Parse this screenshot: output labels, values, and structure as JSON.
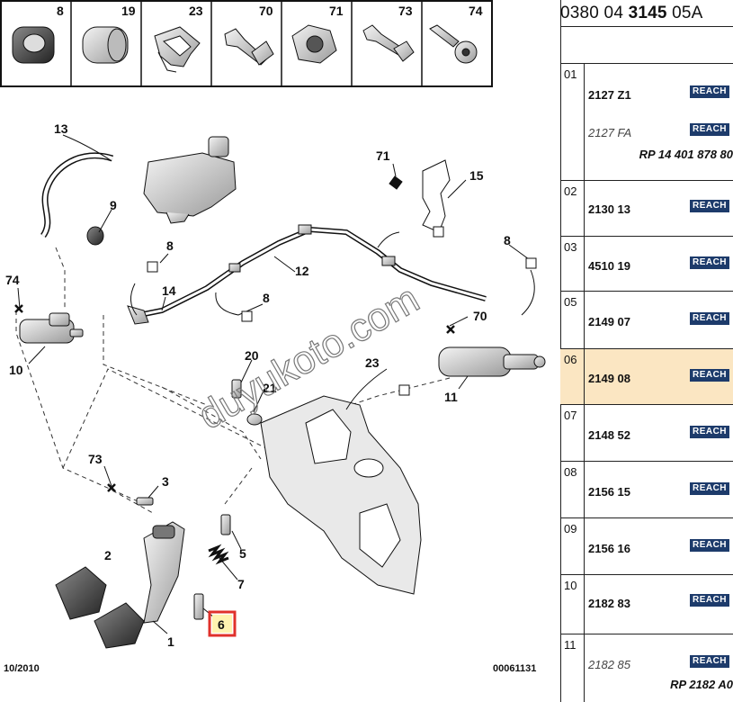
{
  "legend_parts": [
    "8",
    "19",
    "23",
    "70",
    "71",
    "73",
    "74"
  ],
  "callouts": {
    "c13": "13",
    "c9": "9",
    "c8a": "8",
    "c14": "14",
    "c12": "12",
    "c8b": "8",
    "c74": "74",
    "c10": "10",
    "c71": "71",
    "c15": "15",
    "c8c": "8",
    "c70": "70",
    "c11": "11",
    "c20": "20",
    "c21": "21",
    "c23": "23",
    "c73": "73",
    "c3": "3",
    "c2": "2",
    "c5": "5",
    "c7": "7",
    "c1": "1",
    "c6": "6"
  },
  "footer": {
    "date": "10/2010",
    "code": "00061131"
  },
  "watermark": "duyukoto.com",
  "reference": {
    "prefix": "0380 04",
    "bold": "3145",
    "suffix": "05A"
  },
  "reach_label": "REACH",
  "rows": [
    {
      "num": "01",
      "lines": [
        "2127 Z1",
        "2127 FA"
      ],
      "rp": "RP 14 401 878 80"
    },
    {
      "num": "02",
      "lines": [
        "2130 13"
      ]
    },
    {
      "num": "03",
      "lines": [
        "4510 19"
      ]
    },
    {
      "num": "05",
      "lines": [
        "2149 07"
      ]
    },
    {
      "num": "06",
      "lines": [
        "2149 08"
      ],
      "selected": true
    },
    {
      "num": "07",
      "lines": [
        "2148 52"
      ]
    },
    {
      "num": "08",
      "lines": [
        "2156 15"
      ]
    },
    {
      "num": "09",
      "lines": [
        "2156 16"
      ]
    },
    {
      "num": "10",
      "lines": [
        "2182 83"
      ]
    },
    {
      "num": "11",
      "lines": [
        "2182 85"
      ],
      "rp": "RP 2182 A0"
    }
  ],
  "colors": {
    "selected_row": "#fbe6c2",
    "reach_badge": "#1d3b6b",
    "highlight_box": "#e0312b"
  }
}
